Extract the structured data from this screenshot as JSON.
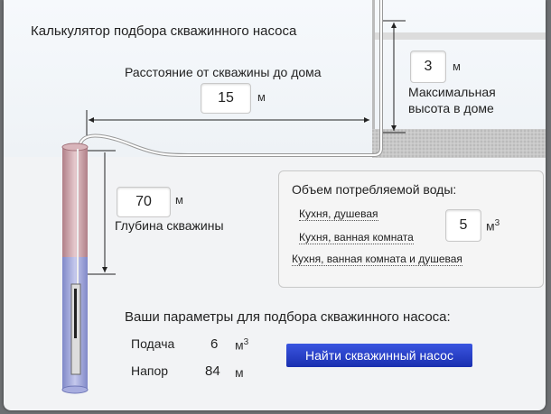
{
  "title": "Калькулятор подбора скважинного насоса",
  "distance": {
    "label": "Расстояние от скважины до дома",
    "value": "15",
    "unit": "м"
  },
  "height": {
    "label_line1": "Максимальная",
    "label_line2": "высота в доме",
    "value": "3",
    "unit": "м"
  },
  "depth": {
    "label": "Глубина скважины",
    "value": "70",
    "unit": "м"
  },
  "volume": {
    "title": "Объем потребляемой воды:",
    "options": [
      "Кухня, душевая",
      "Кухня, ванная комната",
      "Кухня, ванная комната и душевая"
    ],
    "value": "5",
    "unit": "м",
    "unit_sup": "3"
  },
  "results": {
    "title": "Ваши параметры для подбора скважинного насоса:",
    "supply_label": "Подача",
    "supply_value": "6",
    "supply_unit": "м",
    "supply_sup": "3",
    "head_label": "Напор",
    "head_value": "84",
    "head_unit": "м"
  },
  "find_button": "Найти скважинный насос",
  "colors": {
    "button": "#2a40c8",
    "well_pipe": "#c9a0a8",
    "water": "#9aa4d8"
  }
}
